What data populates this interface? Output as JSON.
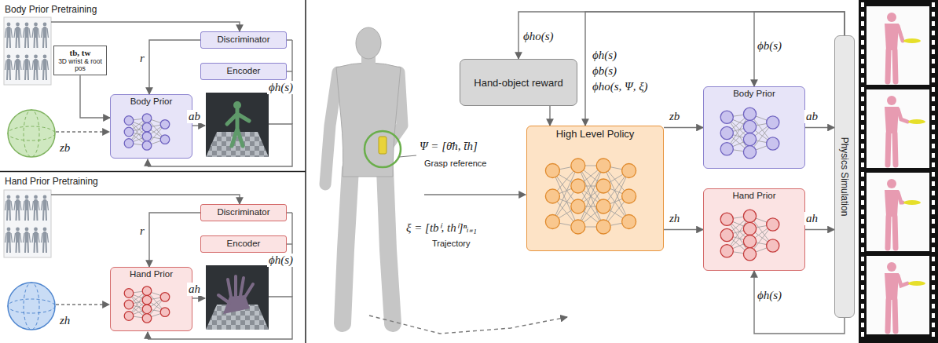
{
  "diagram": {
    "nodes": [
      {
        "text": [
          "Body Prior Pretraining"
        ]
      },
      {
        "text": [
          "tb, tw",
          "3D wrist & root pos"
        ],
        "in": 0
      },
      {
        "text": [
          "Discriminator"
        ],
        "in": 0
      },
      {
        "text": [
          "Encoder"
        ],
        "in": 0
      },
      {
        "text": [
          "Body Prior"
        ],
        "in": 0
      },
      {
        "text": [
          "Hand Prior Pretraining"
        ]
      },
      {
        "text": [
          "Discriminator"
        ],
        "in": 5
      },
      {
        "text": [
          "Encoder"
        ],
        "in": 5
      },
      {
        "text": [
          "Hand Prior"
        ],
        "in": 5
      },
      {
        "text": [
          "Hand-object reward"
        ]
      },
      {
        "text": [
          "High Level Policy"
        ]
      },
      {
        "text": [
          "Body Prior"
        ]
      },
      {
        "text": [
          "Hand Prior"
        ]
      },
      {
        "text": [
          "Physics Simulation"
        ]
      }
    ],
    "edges": [
      {
        "from": 1,
        "to": 4,
        "arrow": "to"
      },
      {
        "from": 2,
        "to": 4,
        "label": "r",
        "arrow": "to"
      },
      {
        "from": 6,
        "to": 8,
        "label": "r",
        "arrow": "to"
      },
      {
        "from": 13,
        "to": 9,
        "label": "ϕho(s)",
        "arrow": "to"
      },
      {
        "from": 9,
        "to": 10,
        "arrow": "to"
      },
      {
        "from": 13,
        "to": 10,
        "label": "ϕh(s)",
        "arrow": "to"
      },
      {
        "from": 13,
        "to": 11,
        "label": "ϕb(s)",
        "arrow": "to"
      },
      {
        "from": 10,
        "to": 11,
        "label": "zb",
        "arrow": "to"
      },
      {
        "from": 10,
        "to": 12,
        "label": "zh",
        "arrow": "to"
      },
      {
        "from": 11,
        "to": 13,
        "label": "ab",
        "arrow": "to"
      },
      {
        "from": 12,
        "to": 13,
        "label": "ah",
        "arrow": "to"
      },
      {
        "from": 13,
        "to": 12,
        "label": "ϕh(s)",
        "arrow": "to"
      }
    ],
    "labels": [
      "zb",
      "ab",
      "ϕh(s)",
      "zh",
      "ah",
      "ϕh(s)",
      "ϕb(s)",
      "ϕho(s, Ψ, ξ)",
      "Ψ = [θ̄h, t̄h]",
      "Grasp reference",
      "ξ = [tbⁱ, thⁱ]ⁿᵢ₌₁",
      "Trajectory"
    ]
  }
}
